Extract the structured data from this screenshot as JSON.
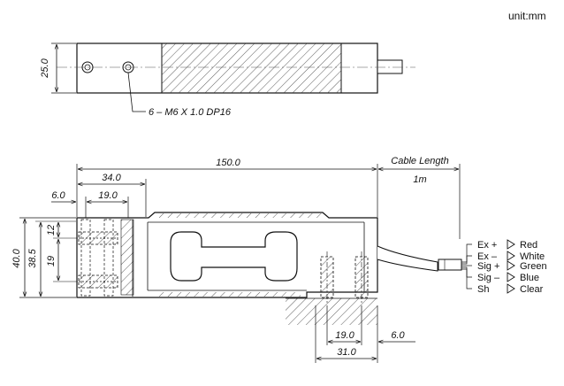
{
  "unit_label": "unit:mm",
  "top_view": {
    "height_dim": "25.0",
    "thread_callout": "6 – M6 X 1.0 DP16"
  },
  "side_view": {
    "length_dim": "150.0",
    "cable_length_label": "Cable Length",
    "cable_length_value": "1m",
    "offset_34": "34.0",
    "edge_6": "6.0",
    "hole_pitch_19": "19.0",
    "height_40": "40.0",
    "height_38_5": "38.5",
    "vert_12": "12",
    "vert_19": "19",
    "bottom_19": "19.0",
    "bottom_6": "6.0",
    "bottom_31": "31.0"
  },
  "wiring": [
    {
      "signal": "Ex +",
      "color": "Red"
    },
    {
      "signal": "Ex –",
      "color": "White"
    },
    {
      "signal": "Sig +",
      "color": "Green"
    },
    {
      "signal": "Sig –",
      "color": "Blue"
    },
    {
      "signal": "Sh",
      "color": "Clear"
    }
  ]
}
